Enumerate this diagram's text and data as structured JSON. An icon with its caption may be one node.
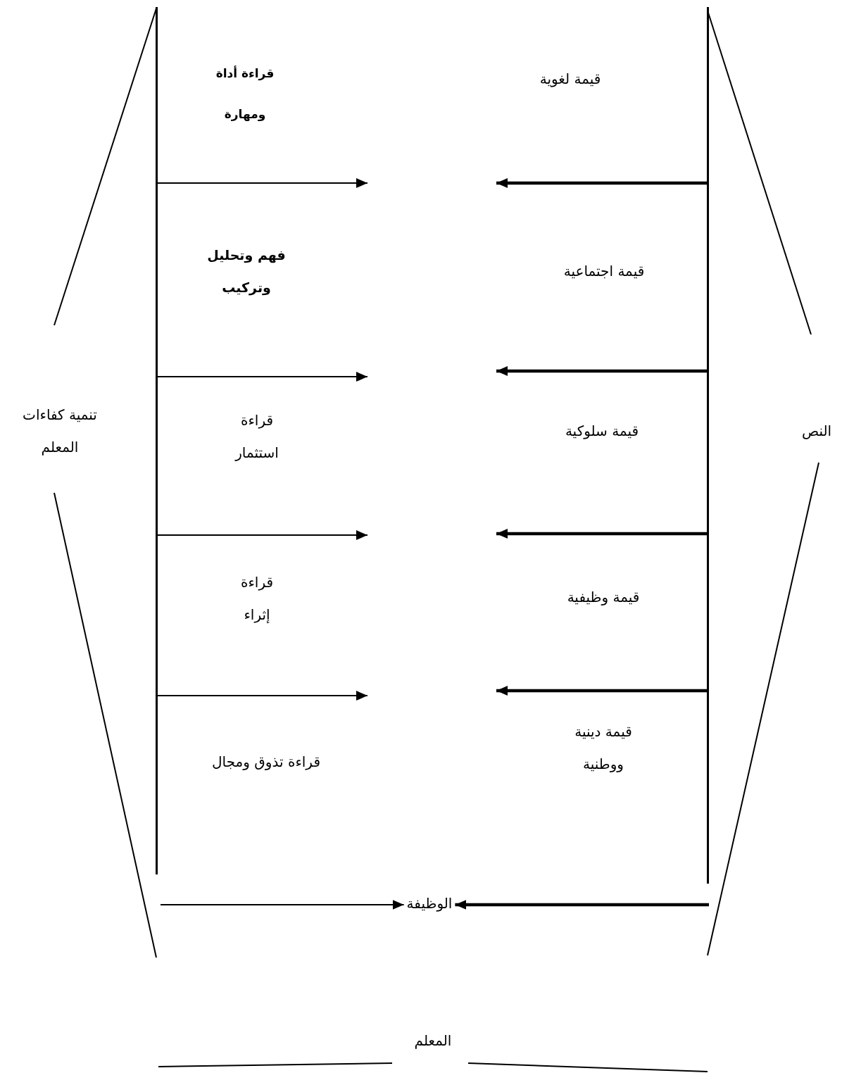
{
  "diagram": {
    "nodes": [
      {
        "text": [],
        "shape": "bar"
      },
      {
        "text": [],
        "shape": "bar"
      },
      {
        "text": [
          "الوظيفة"
        ]
      }
    ],
    "edges": [
      {
        "from": 0,
        "to": null,
        "arrow": "to"
      },
      {
        "from": 0,
        "to": null,
        "arrow": "to"
      },
      {
        "from": 0,
        "to": null,
        "arrow": "to"
      },
      {
        "from": 0,
        "to": null,
        "arrow": "to"
      },
      {
        "from": 1,
        "to": null,
        "arrow": "to",
        "style": "thick"
      },
      {
        "from": 1,
        "to": null,
        "arrow": "to",
        "style": "thick"
      },
      {
        "from": 1,
        "to": null,
        "arrow": "to",
        "style": "thick"
      },
      {
        "from": 1,
        "to": null,
        "arrow": "to",
        "style": "thick"
      },
      {
        "from": null,
        "to": 2,
        "arrow": "to"
      },
      {
        "from": null,
        "to": 2,
        "arrow": "to",
        "style": "thick"
      }
    ],
    "labels": [
      "قيمة لغوية",
      "قراءة أداة ومهارة",
      "قيمة اجتماعية",
      "فهم وتحليل وتركيب",
      "قيمة سلوكية",
      "قراءة استثمار",
      "قيمة وظيفية",
      "قراءة إثراء",
      "قيمة دينية ووطنية",
      "قراءة تذوق ومجال",
      "النص",
      "تنمية كفاءات المعلم",
      "المعلم"
    ]
  }
}
